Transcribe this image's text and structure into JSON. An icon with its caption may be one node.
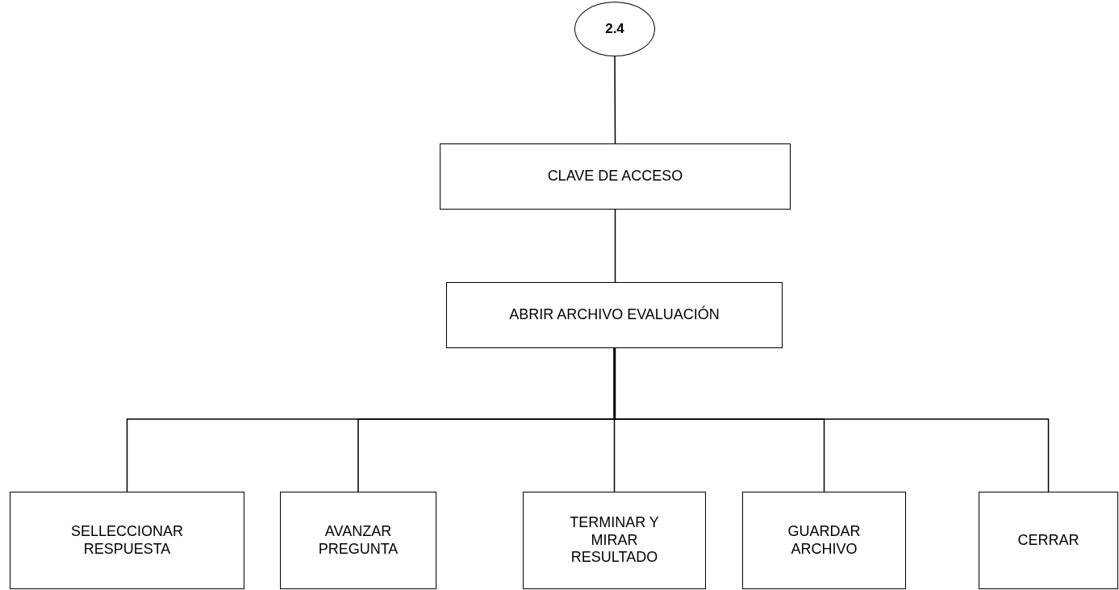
{
  "diagram": {
    "nodes": [
      {
        "text": [
          "2.4"
        ]
      },
      {
        "text": [
          "CLAVE DE ACCESO"
        ]
      },
      {
        "text": [
          "ABRIR ARCHIVO EVALUACIÓN"
        ]
      },
      {
        "text": [
          "SELLECCIONAR RESPUESTA"
        ]
      },
      {
        "text": [
          "AVANZAR PREGUNTA"
        ]
      },
      {
        "text": [
          "TERMINAR Y MIRAR RESULTADO"
        ]
      },
      {
        "text": [
          "GUARDAR ARCHIVO"
        ]
      },
      {
        "text": [
          "CERRAR"
        ]
      }
    ],
    "edges": [
      {
        "from": 0,
        "to": 1,
        "arrow": "none"
      },
      {
        "from": 1,
        "to": 2,
        "arrow": "none"
      },
      {
        "from": 2,
        "to": 3,
        "arrow": "none"
      },
      {
        "from": 2,
        "to": 4,
        "arrow": "none"
      },
      {
        "from": 2,
        "to": 5,
        "arrow": "none"
      },
      {
        "from": 2,
        "to": 6,
        "arrow": "none"
      },
      {
        "from": 2,
        "to": 7,
        "arrow": "none"
      }
    ]
  }
}
